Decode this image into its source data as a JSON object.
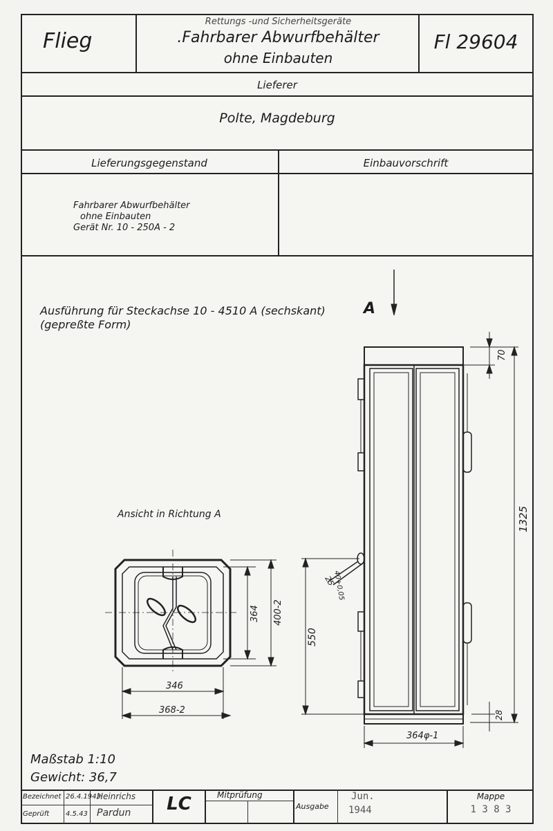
{
  "header": {
    "left": "Flieg",
    "category": "Rettungs -und Sicherheitsgeräte",
    "title_line1": ".Fahrbarer Abwurfbehälter",
    "title_line2": "ohne Einbauten",
    "number": "Fl 29604"
  },
  "supplier": {
    "label": "Lieferer",
    "name": "Polte, Magdeburg"
  },
  "delivery": {
    "left_header": "Lieferungsgegenstand",
    "right_header": "Einbauvorschrift",
    "item_line1": "Fahrbarer Abwurfbehälter",
    "item_line2": "ohne Einbauten",
    "item_line3": "Gerät Nr. 10 - 250A - 2"
  },
  "drawing": {
    "note_line1": "Ausführung für Steckachse   10 - 4510 A (sechskant)",
    "note_marker": "A",
    "note_line2": "(gepreßte Form)",
    "view_label": "Ansicht in Richtung A",
    "dims": {
      "d70": "70",
      "d1325": "1325",
      "d25": "25",
      "d40": "40+0,05",
      "d364": "364",
      "d400": "400-2",
      "d550": "550",
      "d346": "346",
      "d368": "368-2",
      "d28": "28",
      "d364b": "364φ-1"
    },
    "scale": "Maßstab 1:10",
    "weight": "Gewicht: 36,7"
  },
  "titleblock": {
    "gez_label": "Bezeichnet",
    "gez_date": "26.4.1943",
    "gez_sign": "Heinrichs",
    "gep_label": "Geprüft",
    "gep_date": "4.5.43",
    "gep_sign": "Pardun",
    "code": "LC",
    "mitpruefung_label": "Mitprüfung",
    "ausgabe_label": "Ausgabe",
    "ausgabe_month": "Jun.",
    "ausgabe_year": "1944",
    "mappe_label": "Mappe",
    "mappe_value": "1 3 8 3"
  }
}
